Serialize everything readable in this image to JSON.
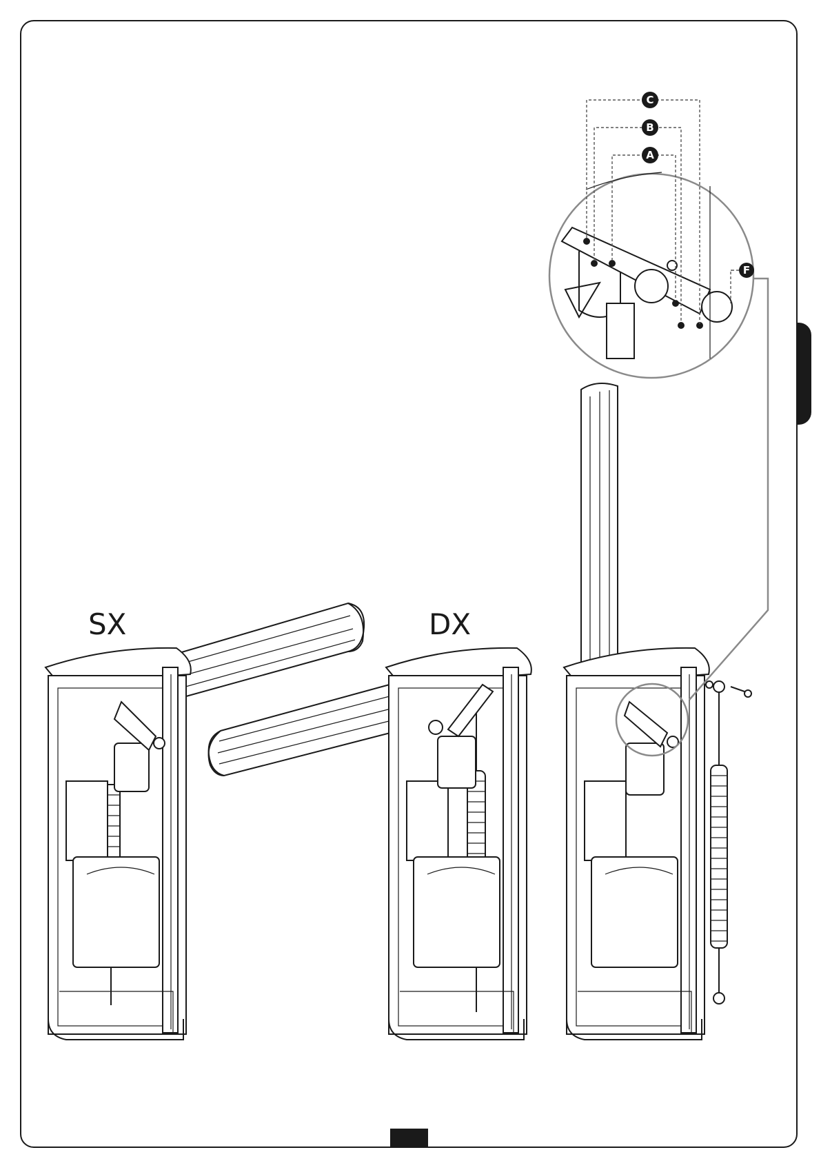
{
  "labels": {
    "left_barrier": "SX",
    "right_barrier": "DX"
  },
  "callouts": {
    "a": "A",
    "b": "B",
    "c": "C",
    "f": "F"
  },
  "colors": {
    "line": "#1a1a1a",
    "leader": "#8a8a8a",
    "dashed": "#555555"
  }
}
